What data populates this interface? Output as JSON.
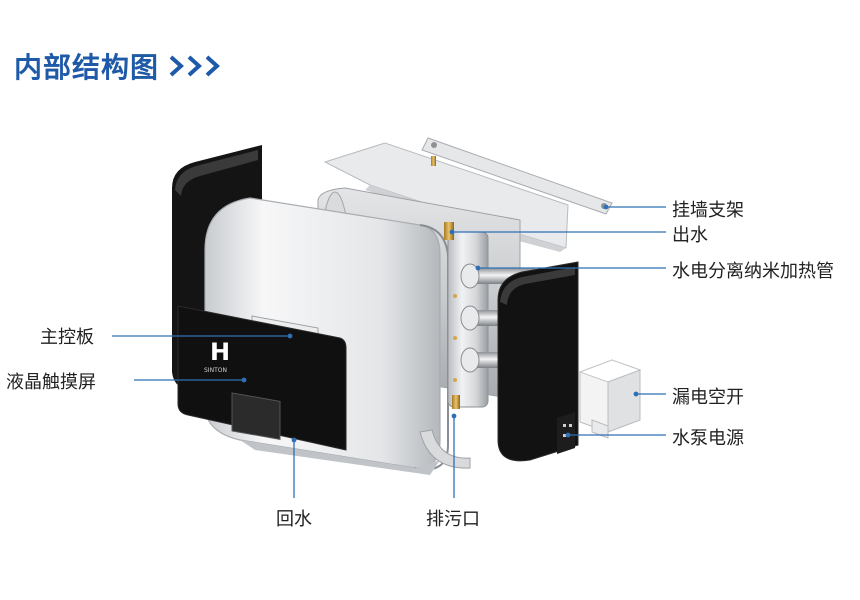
{
  "title": "内部结构图",
  "colors": {
    "accent": "#1e5aa8",
    "leader": "#2f6fb5"
  },
  "brand": {
    "logo_letter": "H",
    "logo_text": "SINTON"
  },
  "labels": {
    "wall_bracket": "挂墙支架",
    "water_outlet": "出水",
    "heating_tube": "水电分离纳米加热管",
    "control_board": "主控板",
    "touch_screen": "液晶触摸屏",
    "leakage_breaker": "漏电空开",
    "pump_power": "水泵电源",
    "water_return": "回水",
    "drain": "排污口"
  }
}
